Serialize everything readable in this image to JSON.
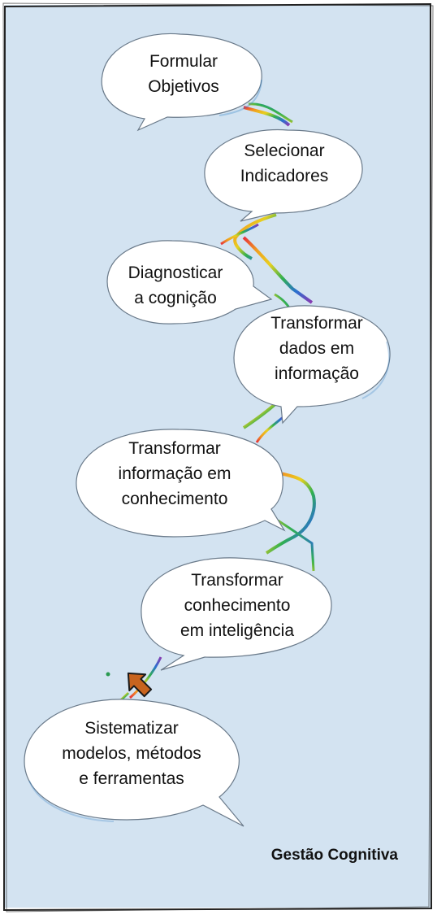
{
  "diagram": {
    "title": "Gestão Cognitiva",
    "steps": [
      {
        "label": "Formular\nObjetivos"
      },
      {
        "label": "Selecionar\nIndicadores"
      },
      {
        "label": "Diagnosticar\na cognição"
      },
      {
        "label": "Transformar\ndados em\ninformação"
      },
      {
        "label": "Transformar\ninformação em\nconhecimento"
      },
      {
        "label": "Transformar\nconhecimento\nem inteligência"
      },
      {
        "label": "Sistematizar\nmodelos, métodos\ne ferramentas"
      }
    ]
  },
  "colors": {
    "background": "#d3e3f1",
    "bubble_fill": "#ffffff",
    "bubble_stroke": "#6a7a8a",
    "frame": "#222222",
    "arrow": "#c8641e"
  }
}
